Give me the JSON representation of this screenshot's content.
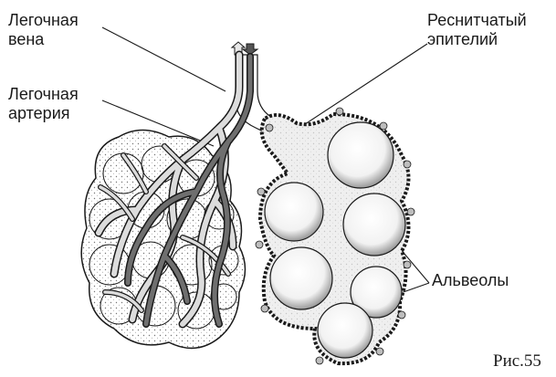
{
  "labels": {
    "pulmonary_vein": [
      "Легочная",
      "вена"
    ],
    "pulmonary_artery": [
      "Легочная",
      "артерия"
    ],
    "ciliated_epithelium": [
      "Реснитчатый",
      "эпителий"
    ],
    "alveoli": "Альвеолы"
  },
  "caption": "Рис.55",
  "colors": {
    "ink": "#1a1a1a",
    "artery": "#6f6f6f",
    "vein": "#d8d8d8",
    "alveolus_fill": "#f4f4f4"
  }
}
